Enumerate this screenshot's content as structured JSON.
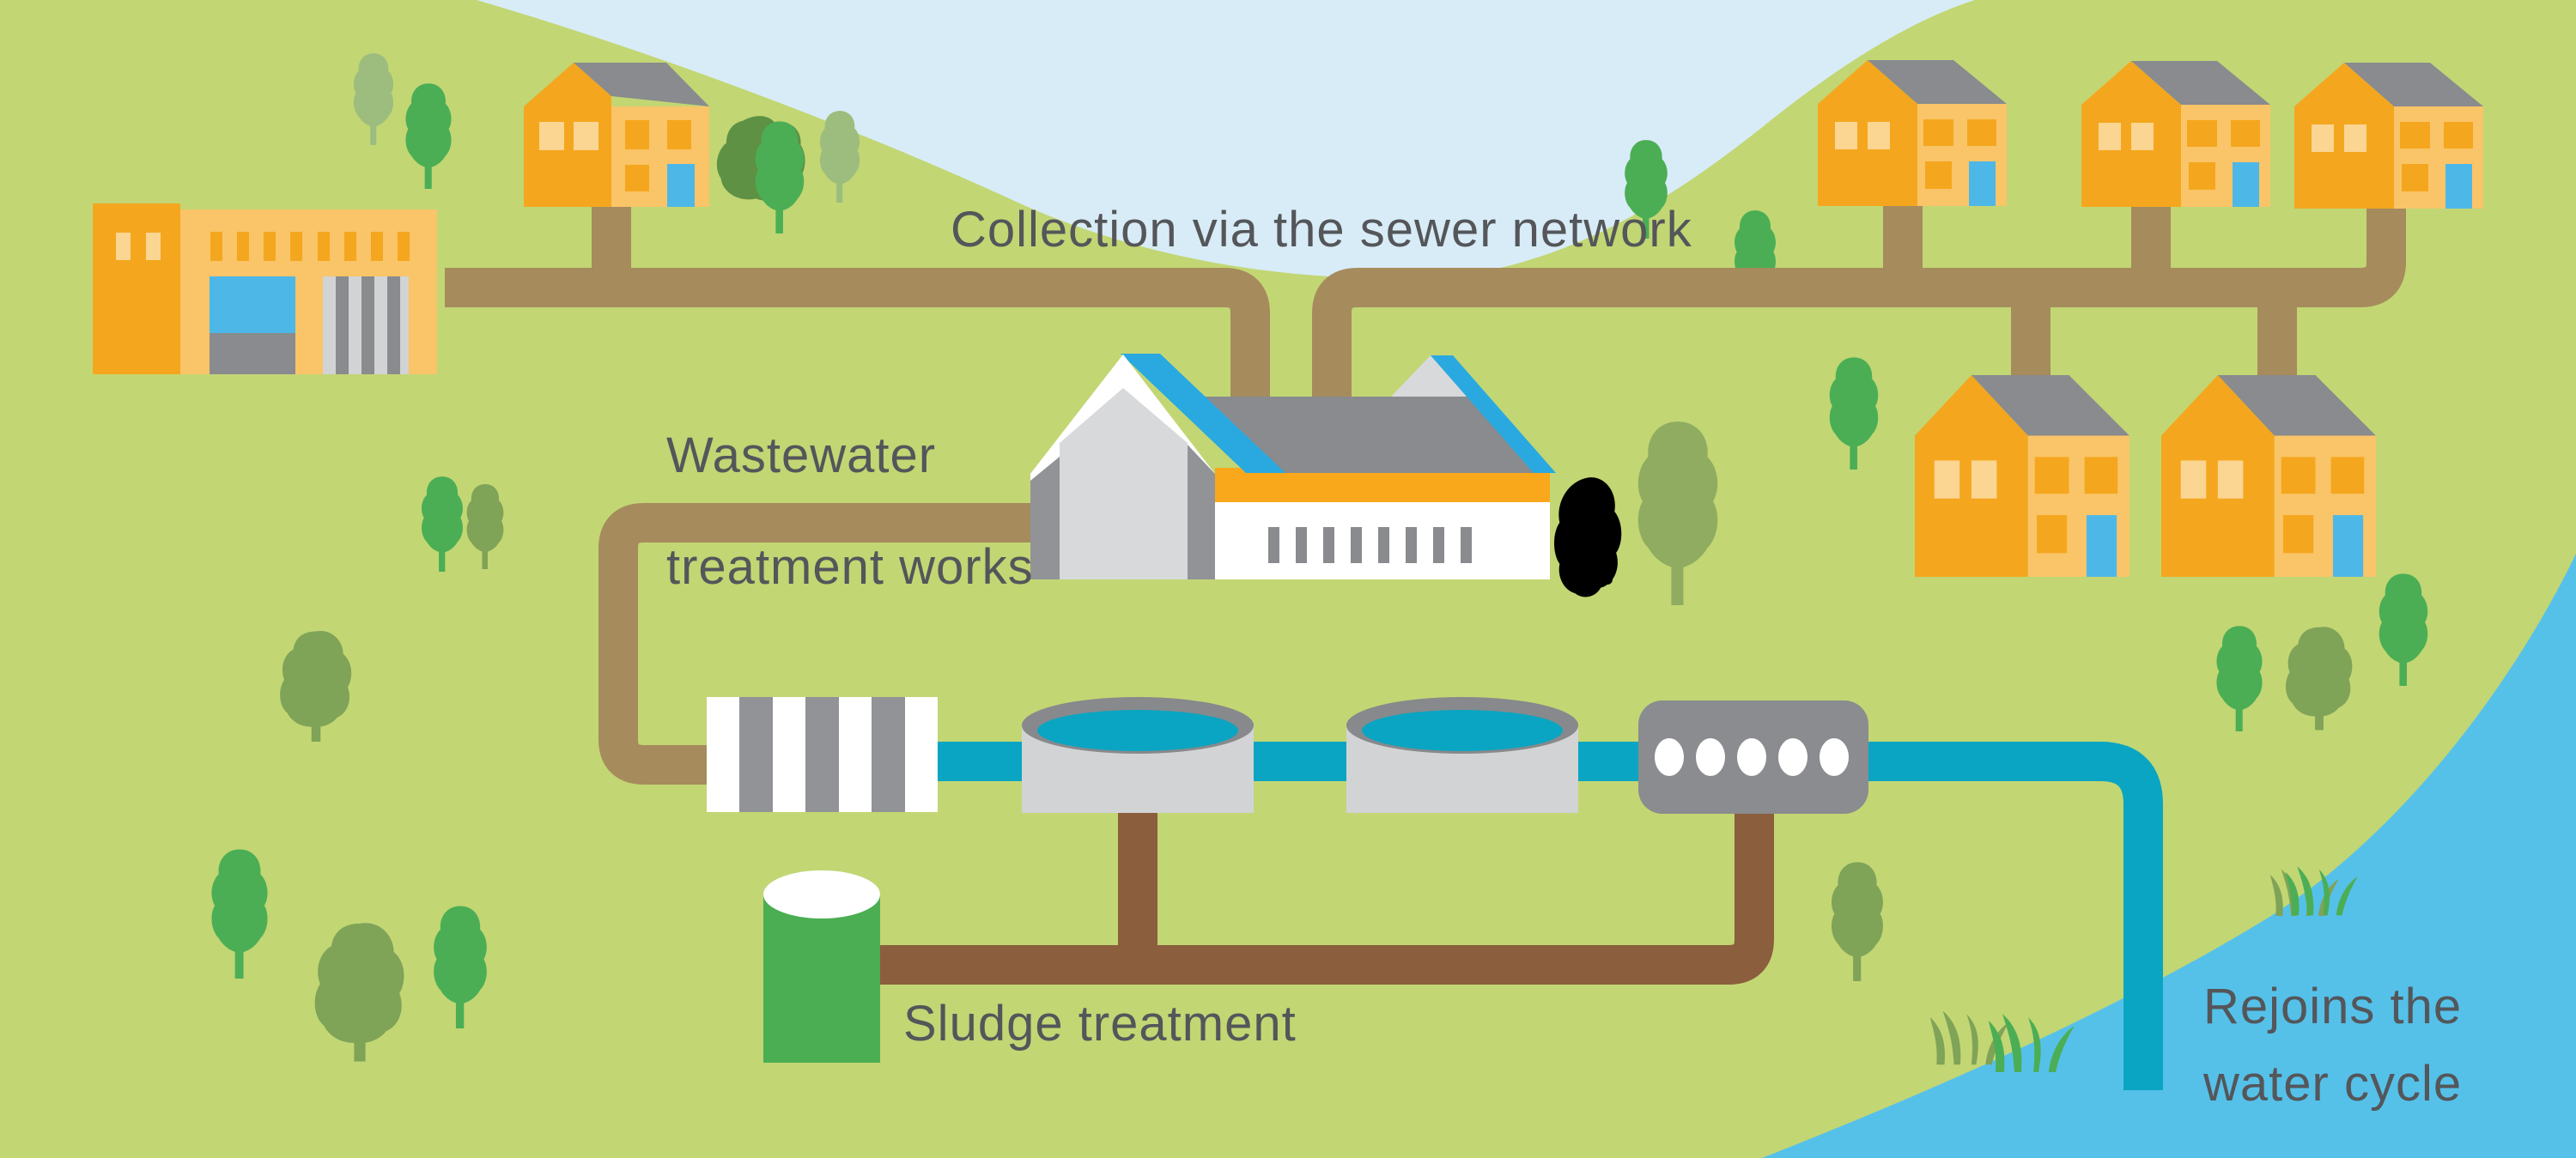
{
  "diagram": {
    "title": "Wastewater treatment process",
    "labels": {
      "collection": "Collection via the sewer network",
      "wastewater_line1": "Wastewater",
      "wastewater_line2": "treatment works",
      "sludge": "Sludge treatment",
      "rejoins_line1": "Rejoins the",
      "rejoins_line2": "water cycle"
    },
    "entities": {
      "houses_upper_right": 3,
      "houses_lower_right": 2,
      "houses_top_left": 1,
      "factory": 1,
      "treatment_works_building": 1,
      "screen_filter": 1,
      "settlement_tanks": 2,
      "aeration_unit_dots": 5,
      "sludge_treatment_tank": 1,
      "river": 1
    },
    "flow": [
      "Homes and businesses",
      "Collection via the sewer network",
      "Wastewater treatment works",
      "Screening",
      "Settlement tanks",
      "Aeration",
      "Sludge treatment",
      "Rejoins the water cycle"
    ]
  },
  "palette": {
    "grass": "#C2D674",
    "sky": "#D8ECF7",
    "river": "#55C1E9",
    "pipe_sewer": "#A68B5D",
    "pipe_sludge": "#8B5E3E",
    "pipe_water": "#0AA5C2",
    "orange_dark": "#F4A71E",
    "orange_light": "#FAC468",
    "window_cream": "#FBD592",
    "door_blue": "#4DB8E8",
    "roof_gray": "#898B8E",
    "white": "#FFFFFF",
    "gray_light": "#D8D9DB",
    "gray_mid": "#919396",
    "band_orange": "#F9A81B",
    "trim_blue": "#29A9E0",
    "tank_body": "#D2D3D5",
    "tank_rim": "#87898C",
    "unit_gray": "#8A8C8F",
    "dot_white": "#FFFFFF",
    "sludge_green": "#4CAE52",
    "tree_green": "#4BAE55",
    "tree_olive": "#7FA357",
    "tree_pale": "#9CBD7D",
    "tree_dark": "#5E9144",
    "tree_muted": "#8FAC60",
    "text": "#54565A"
  }
}
